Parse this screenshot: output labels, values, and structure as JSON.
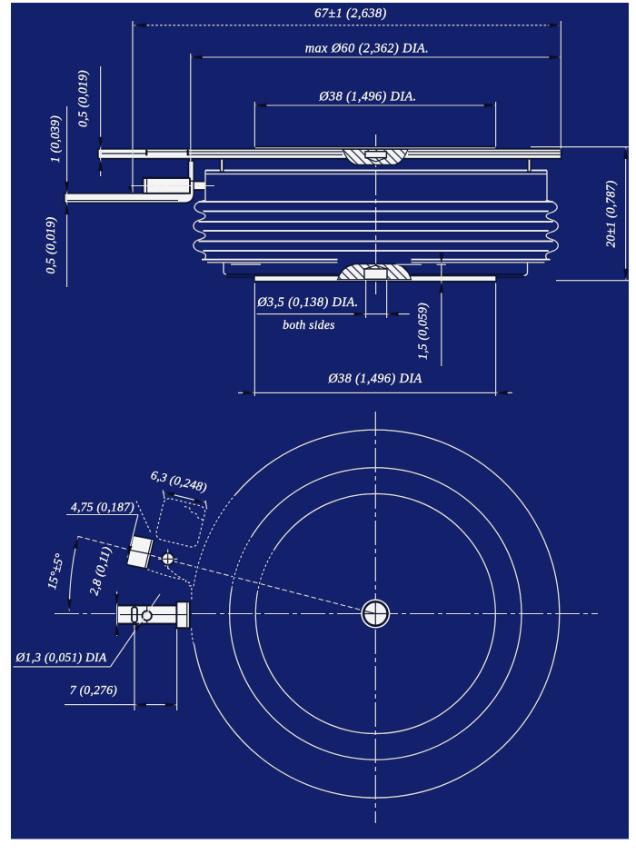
{
  "drawing": {
    "type": "engineering outline drawing, two views of a disc (puck) semiconductor package",
    "background_color": "#13216d",
    "page_color": "#ffffff",
    "line_color": "#f2f2f2",
    "outline_color": "#10152e",
    "labels": {
      "overall_width": "67±1 (2,638)",
      "max_body_dia": "max Ø60 (2,362) DIA.",
      "pole_face_dia_top": "Ø38 (1,496) DIA.",
      "flange_thickness": "0,5 (0,019)",
      "lead_thickness": "1 (0,039)",
      "foil_thickness": "0,5 (0,019)",
      "overall_height": "20±1 (0,787)",
      "center_hole_dia": "Ø3,5 (0,138) DIA.",
      "center_hole_note": "both sides",
      "pole_protrusion": "1,5 (0,059)",
      "pole_face_dia_bottom": "Ø38 (1,496) DIA",
      "connector_width": "6,3 (0,248)",
      "connector_length": "4,75 (0,187)",
      "lead_angle": "15°±5°",
      "lead_dia": "2,8 (0,11)",
      "gate_wire_dia": "Ø1,3 (0,051) DIA",
      "crimp_length": "7 (0,276)"
    }
  }
}
